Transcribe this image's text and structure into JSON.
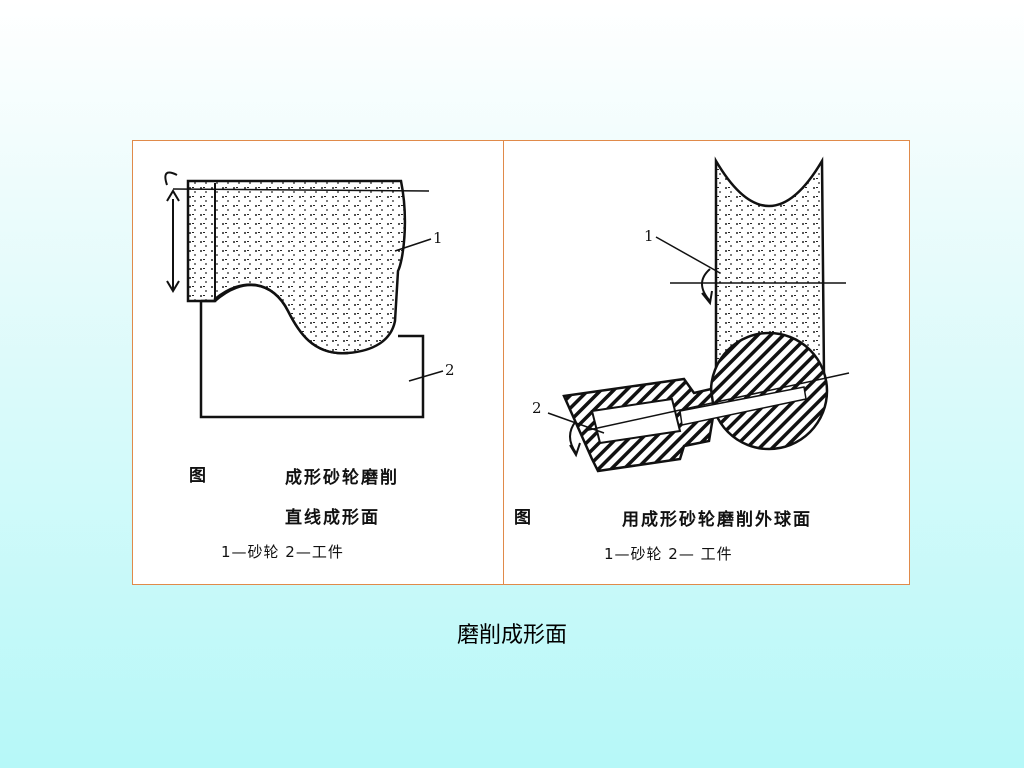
{
  "figure_left": {
    "part_label_1": "1",
    "part_label_2": "2",
    "fig_word": "图",
    "caption_line1": "成形砂轮磨削",
    "caption_line2": "直线成形面",
    "legend": "1—砂轮   2—工件"
  },
  "figure_right": {
    "part_label_1": "1",
    "part_label_2": "2",
    "fig_word": "图",
    "caption": "用成形砂轮磨削外球面",
    "legend": "1—砂轮   2— 工件"
  },
  "slide_caption": "磨削成形面",
  "colors": {
    "frame_border": "#e08a4a",
    "ink": "#111111"
  }
}
